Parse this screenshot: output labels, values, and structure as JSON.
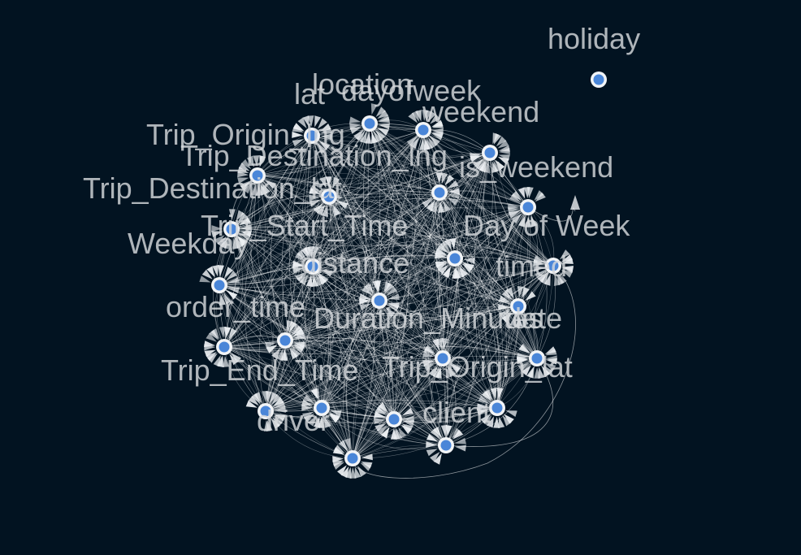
{
  "graph": {
    "background": "#021321",
    "node_color": "#4a86d8",
    "node_ring_color": "#f2f4f6",
    "edge_color": "#ffffff",
    "label_color": "#d6d9dc",
    "nodes": [
      {
        "id": "holiday",
        "label": "holiday"
      },
      {
        "id": "location",
        "label": "location"
      },
      {
        "id": "lat",
        "label": "lat"
      },
      {
        "id": "dayofweek",
        "label": "dayofweek"
      },
      {
        "id": "weekend",
        "label": "weekend"
      },
      {
        "id": "trip_origin_lng",
        "label": "Trip_Origin_lng"
      },
      {
        "id": "trip_destination_lng",
        "label": "Trip_Destination_lng"
      },
      {
        "id": "is_weekend",
        "label": "is_weekend"
      },
      {
        "id": "trip_destination_lat",
        "label": "Trip_Destination_lat"
      },
      {
        "id": "trip_start_time",
        "label": "Trip_Start_Time"
      },
      {
        "id": "day_of_week",
        "label": "Day of Week"
      },
      {
        "id": "weekday",
        "label": "Weekday"
      },
      {
        "id": "distance",
        "label": "distance"
      },
      {
        "id": "timed",
        "label": "timed"
      },
      {
        "id": "order_time",
        "label": "order_time"
      },
      {
        "id": "duration_minutes",
        "label": "Duration_Minutes"
      },
      {
        "id": "date",
        "label": "date"
      },
      {
        "id": "trip_end_time",
        "label": "Trip_End_Time"
      },
      {
        "id": "trip_origin_lat",
        "label": "Trip_Origin_lat"
      },
      {
        "id": "driver",
        "label": "driver"
      },
      {
        "id": "client",
        "label": "client"
      }
    ]
  }
}
